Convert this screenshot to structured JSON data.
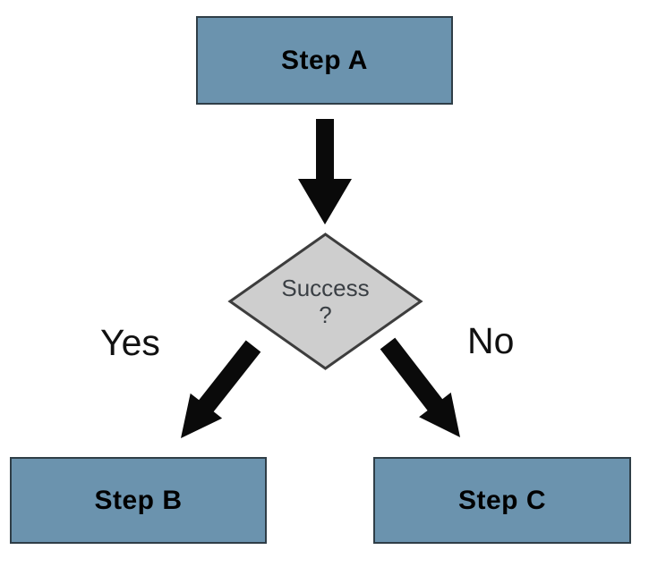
{
  "diagram": {
    "type": "flowchart",
    "background": "#ffffff",
    "colors": {
      "process_box_fill": "#6b93ae",
      "process_box_border": "#2f3e47",
      "decision_diamond_fill": "#cecece",
      "decision_diamond_border": "#3d3d3d",
      "arrow": "#0a0a0a",
      "box_text": "#000000",
      "edge_label_text": "#111111",
      "decision_text": "#3a3f44"
    },
    "nodes": {
      "step_a": {
        "label": "Step A"
      },
      "decision": {
        "line1": "Success",
        "line2": "?"
      },
      "step_b": {
        "label": "Step B"
      },
      "step_c": {
        "label": "Step C"
      }
    },
    "edges": {
      "a_to_decision": {
        "label": ""
      },
      "decision_to_b": {
        "label": "Yes"
      },
      "decision_to_c": {
        "label": "No"
      }
    }
  }
}
